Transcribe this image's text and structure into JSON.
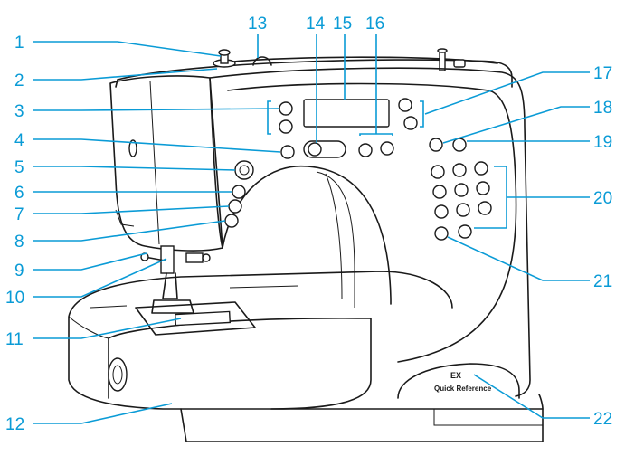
{
  "callouts": [
    {
      "id": "1",
      "label": "1"
    },
    {
      "id": "2",
      "label": "2"
    },
    {
      "id": "3",
      "label": "3"
    },
    {
      "id": "4",
      "label": "4"
    },
    {
      "id": "5",
      "label": "5"
    },
    {
      "id": "6",
      "label": "6"
    },
    {
      "id": "7",
      "label": "7"
    },
    {
      "id": "8",
      "label": "8"
    },
    {
      "id": "9",
      "label": "9"
    },
    {
      "id": "10",
      "label": "10"
    },
    {
      "id": "11",
      "label": "11"
    },
    {
      "id": "12",
      "label": "12"
    },
    {
      "id": "13",
      "label": "13"
    },
    {
      "id": "14",
      "label": "14"
    },
    {
      "id": "15",
      "label": "15"
    },
    {
      "id": "16",
      "label": "16"
    },
    {
      "id": "17",
      "label": "17"
    },
    {
      "id": "18",
      "label": "18"
    },
    {
      "id": "19",
      "label": "19"
    },
    {
      "id": "20",
      "label": "20"
    },
    {
      "id": "21",
      "label": "21"
    },
    {
      "id": "22",
      "label": "22"
    }
  ],
  "machine": {
    "logo_mark": "EX",
    "quick_reference_text": "Quick Reference"
  },
  "colors": {
    "callout": "#0a9bd6",
    "outline": "#1a1a1a"
  }
}
